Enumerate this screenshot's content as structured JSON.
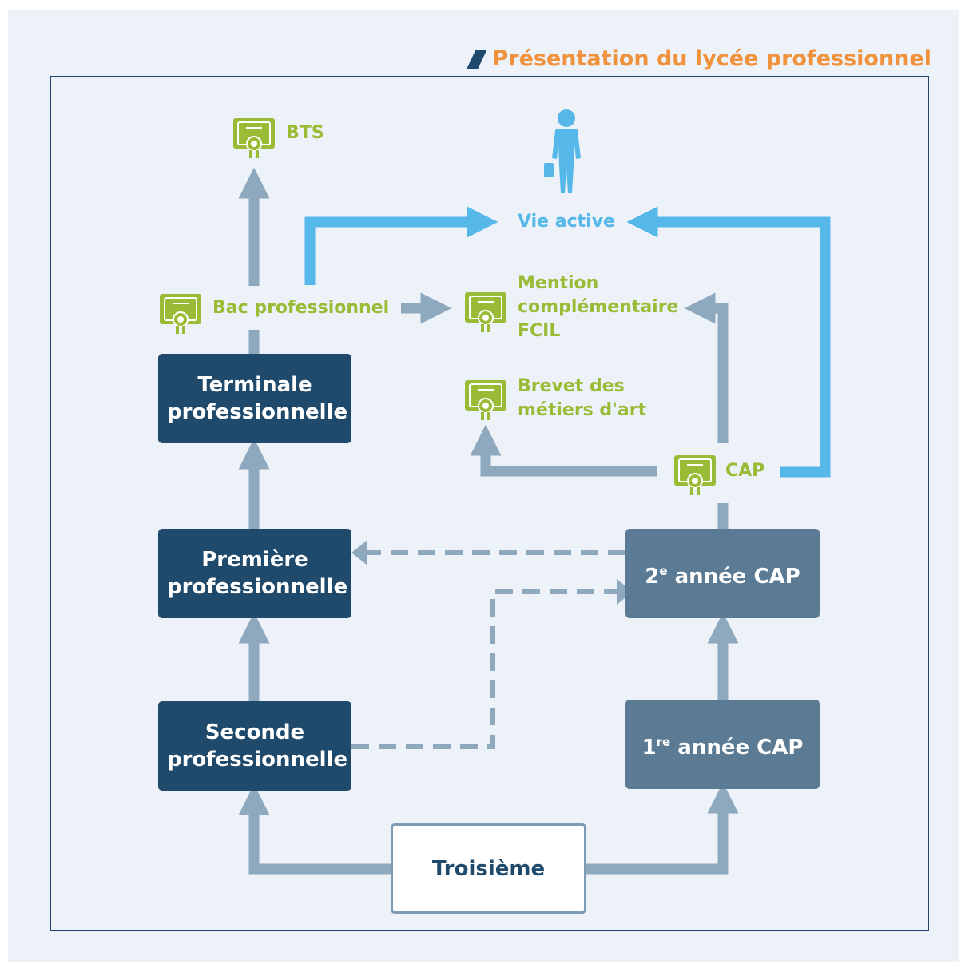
{
  "header": {
    "title": "Présentation du lycée professionnel"
  },
  "boxes": {
    "terminale": "Terminale professionnelle",
    "premiere": "Première professionnelle",
    "seconde": "Seconde professionnelle",
    "cap2": "2e année CAP",
    "cap1": "1re année CAP",
    "troisieme": "Troisième"
  },
  "labels": {
    "bts": "BTS",
    "vie_active": "Vie active",
    "bac_pro": "Bac professionnel",
    "mention": "Mention complémentaire FCIL",
    "brevet": "Brevet des métiers d'art",
    "cap": "CAP"
  },
  "colors": {
    "title_orange": "#f0913c",
    "box_dark": "#1f4a6b",
    "box_mid": "#5b7a94",
    "arrow_grey": "#8ea8bd",
    "arrow_blue": "#55b8e8",
    "diploma_green": "#9abb36"
  },
  "icons": [
    "diploma-icon",
    "person-icon"
  ]
}
